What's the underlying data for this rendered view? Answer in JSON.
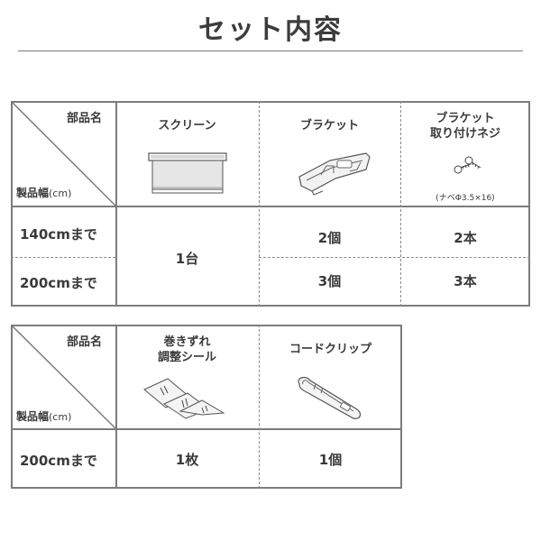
{
  "page_title": "セット内容",
  "table1": {
    "corner_top": "部品名",
    "corner_bottom": "製品幅",
    "corner_unit": "(cm)",
    "columns": [
      {
        "title": "スクリーン",
        "icon": "roller-screen-icon"
      },
      {
        "title": "ブラケット",
        "icon": "bracket-icon"
      },
      {
        "title_line1": "ブラケット",
        "title_line2": "取り付けネジ",
        "note": "(ナベΦ3.5×16)",
        "icon": "screws-icon"
      }
    ],
    "rows": [
      {
        "label": "140cmまで",
        "screen": "1台",
        "bracket": "2個",
        "screw": "2本"
      },
      {
        "label": "200cmまで",
        "bracket": "3個",
        "screw": "3本"
      }
    ]
  },
  "table2": {
    "corner_top": "部品名",
    "corner_bottom": "製品幅",
    "corner_unit": "(cm)",
    "columns": [
      {
        "title_line1": "巻きずれ",
        "title_line2": "調整シール",
        "icon": "adjustment-seal-icon"
      },
      {
        "title": "コードクリップ",
        "icon": "cord-clip-icon"
      }
    ],
    "rows": [
      {
        "label": "200cmまで",
        "seal": "1枚",
        "clip": "1個"
      }
    ]
  },
  "colors": {
    "border": "#7c7c7c",
    "text": "#3a3a3a"
  }
}
